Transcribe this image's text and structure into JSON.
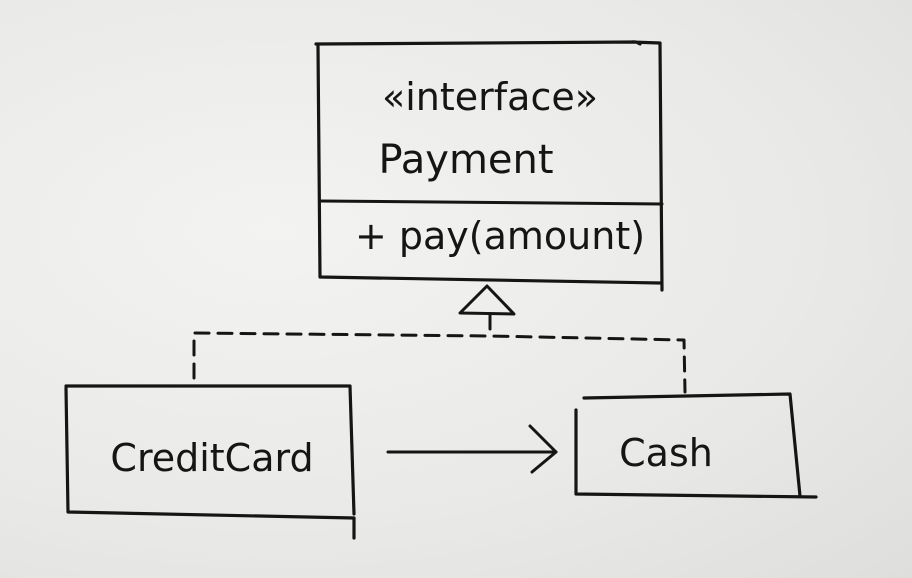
{
  "diagram": {
    "interface_box": {
      "stereotype": "«interface»",
      "name": "Payment",
      "method": "+ pay(amount)"
    },
    "classes": {
      "credit_card": "CreditCard",
      "cash": "Cash"
    },
    "relationships": [
      {
        "from": "CreditCard",
        "to": "Payment",
        "kind": "realization"
      },
      {
        "from": "Cash",
        "to": "Payment",
        "kind": "realization"
      },
      {
        "from": "CreditCard",
        "to": "Cash",
        "kind": "association"
      }
    ],
    "colors": {
      "ink": "#151515",
      "paper": "#ececea"
    }
  }
}
